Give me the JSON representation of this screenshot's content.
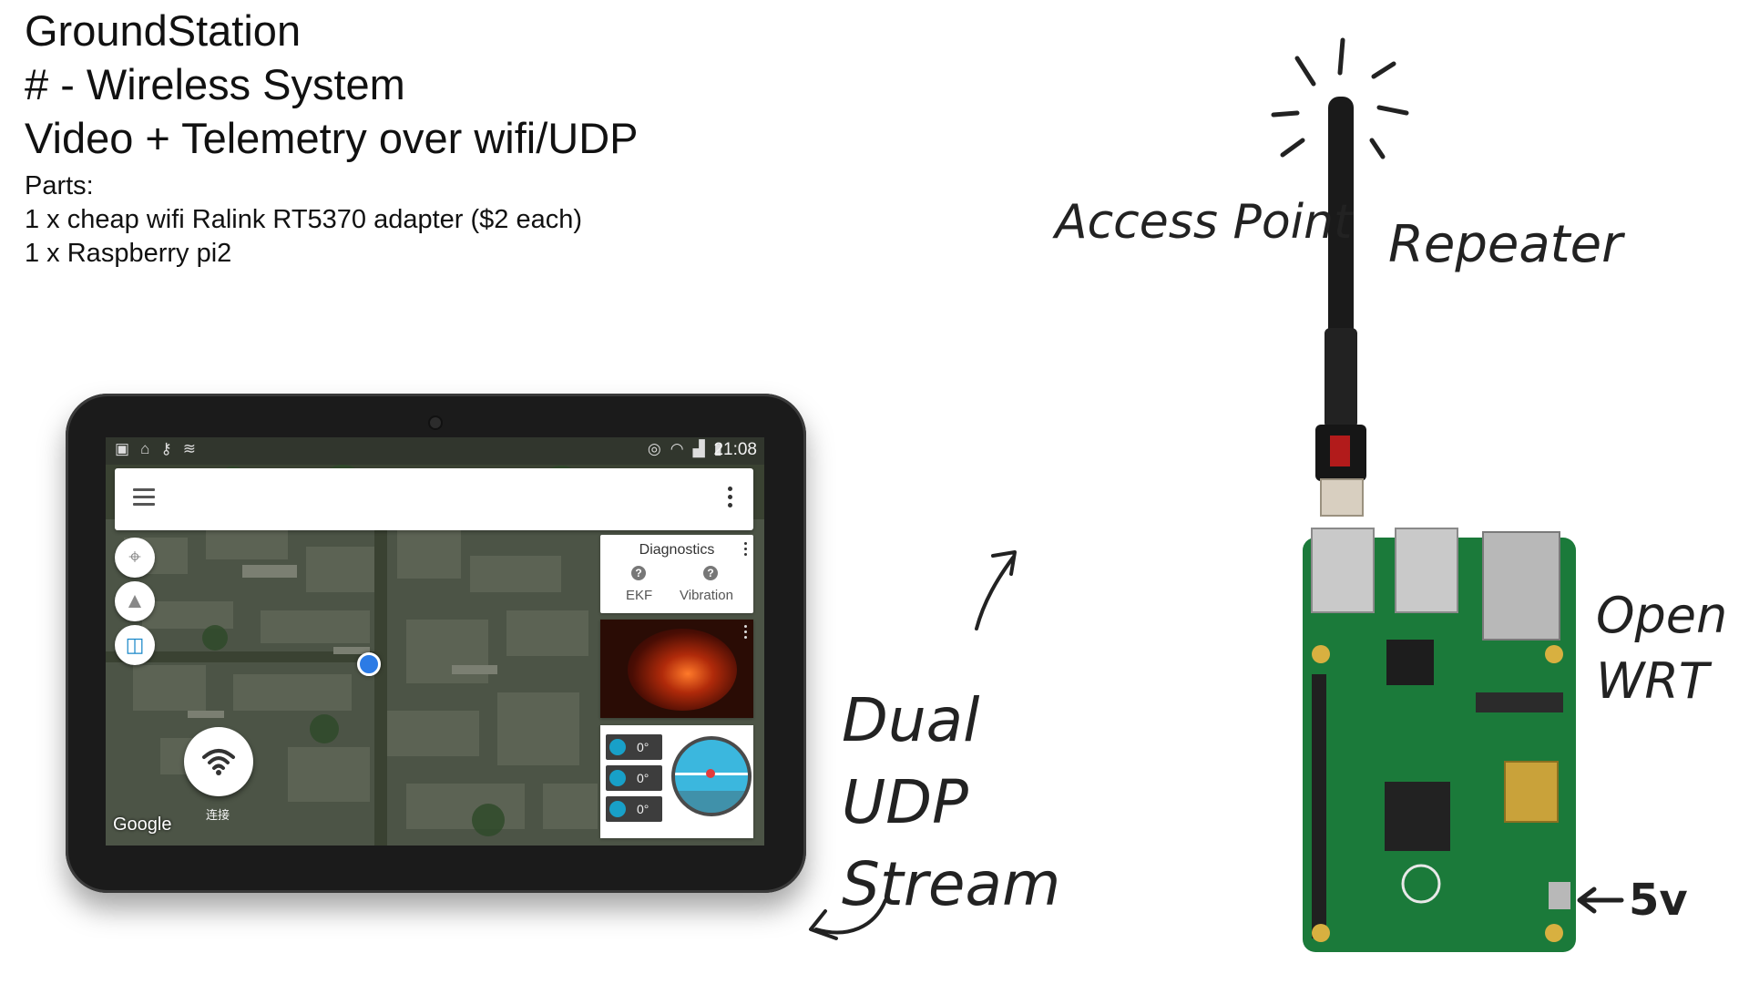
{
  "heading": {
    "line1": "GroundStation",
    "line2": "# - Wireless System",
    "line3": "Video + Telemetry over wifi/UDP",
    "parts_label": "Parts:",
    "part1": "1 x cheap wifi Ralink RT5370 adapter ($2 each)",
    "part2": "1 x Raspberry pi2"
  },
  "tablet": {
    "status_time": "21:08",
    "connect_label": "连接",
    "map_brand": "Google",
    "diagnostics": {
      "title": "Diagnostics",
      "items": [
        "EKF",
        "Vibration"
      ]
    },
    "attitude": {
      "readouts": [
        "0°",
        "0°",
        "0°"
      ]
    }
  },
  "annotations": {
    "access_point": "Access Point",
    "repeater": "Repeater",
    "open_wrt": "Open WRT",
    "dual_udp_stream": "Dual UDP Stream",
    "power": "5v"
  },
  "colors": {
    "accent_blue": "#2c7be5",
    "board_green": "#1b7a3a",
    "horizon_sky": "#3bb7de"
  }
}
